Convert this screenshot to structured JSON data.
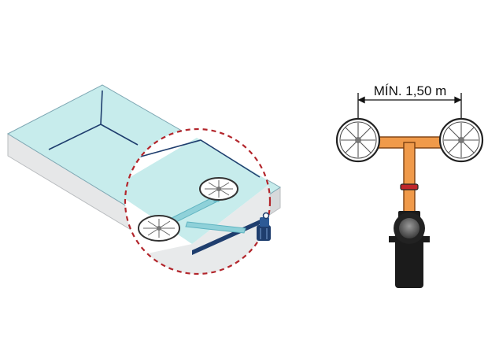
{
  "dimension": {
    "label": "MÍN. 1,50 m"
  },
  "icons": {
    "pool": "pool-illustration",
    "nozzle": "return-nozzle-icon",
    "pump": "pump-icon",
    "detail": "zoom-circle"
  },
  "colors": {
    "pool_water": "#c7ecec",
    "pool_deck": "#e8eaeb",
    "pool_edge": "#1f3e6e",
    "pipe_blue": "#8fd1d9",
    "pipe_orange": "#f09a4a",
    "zoom_dash": "#b3262c",
    "pump_body": "#1b1b1b"
  }
}
